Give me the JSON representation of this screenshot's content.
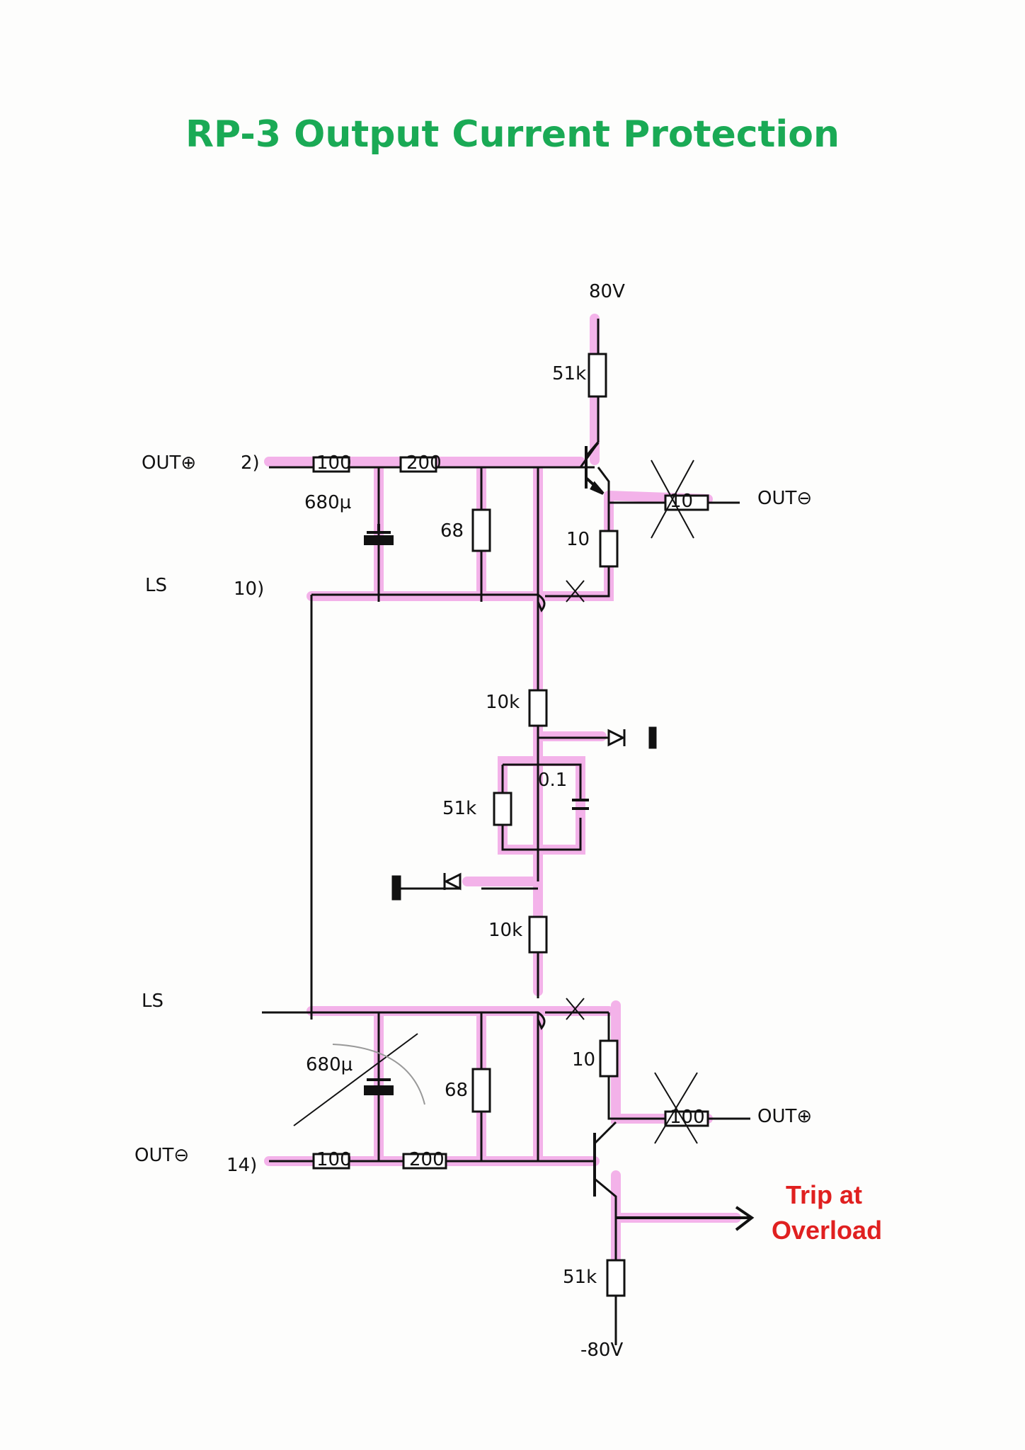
{
  "title": "RP-3 Output Current Protection",
  "colors": {
    "title": "#1aaa55",
    "highlight": "#f0a8e8",
    "ink": "#111111",
    "note": "#e02020"
  },
  "labels": {
    "v_pos": "80V",
    "v_neg": "-80V",
    "r_top_supply": "51k",
    "r_bot_supply": "51k",
    "r_in_top_1": "100",
    "r_in_top_2": "200",
    "r_in_bot_1": "100",
    "r_in_bot_2": "200",
    "c_top": "680µ",
    "c_bot": "680µ",
    "r_top_68": "68",
    "r_bot_68": "68",
    "r_top_emit": "10",
    "r_bot_emit": "10",
    "r_top_out": "10",
    "r_bot_out": "100",
    "r_mid_1": "10k",
    "r_mid_2": "10k",
    "r_mid_51k": "51k",
    "c_mid": "0.1",
    "pin_2": "2)",
    "pin_10": "10)",
    "pin_14": "14)",
    "out_top_left": "OUT⊕",
    "out_top_right": "OUT⊖",
    "out_bot_left": "OUT⊖",
    "out_bot_right": "OUT⊕",
    "ls_top": "LS",
    "ls_bot": "LS",
    "trip_line1": "Trip at",
    "trip_line2": "Overload"
  }
}
